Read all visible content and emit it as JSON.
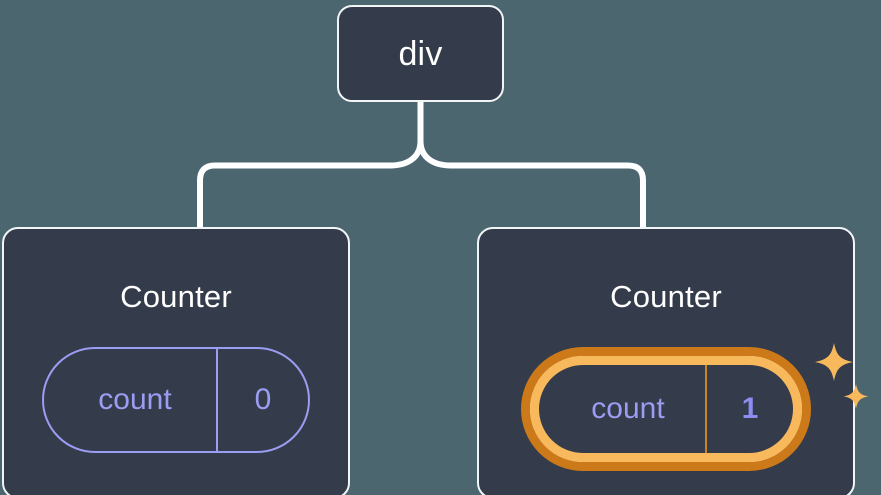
{
  "diagram": {
    "type": "component-tree",
    "background_color": "#4c6670",
    "node_fill_color": "#343b4a",
    "node_border_color": "#f2f5f7",
    "connector_color": "#ffffff",
    "accent_purple": "#9b9df2",
    "accent_value_purple": "#8b8df0",
    "highlight_outer_orange": "#cc7a19",
    "highlight_inner_orange": "#f8b85c",
    "sparkle_color": "#f8b85c"
  },
  "root": {
    "label": "div"
  },
  "children": [
    {
      "id": "counter-left",
      "title": "Counter",
      "state": {
        "key": "count",
        "value": "0"
      },
      "highlighted": false,
      "sparkles": false
    },
    {
      "id": "counter-right",
      "title": "Counter",
      "state": {
        "key": "count",
        "value": "1"
      },
      "highlighted": true,
      "sparkles": true
    }
  ]
}
